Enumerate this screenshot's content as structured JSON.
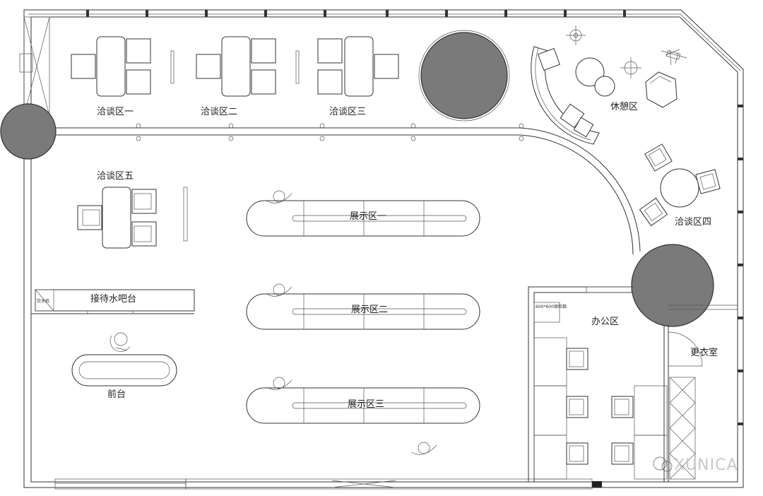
{
  "labels": {
    "zone1": "洽谈区一",
    "zone2": "洽谈区二",
    "zone3": "洽谈区三",
    "zone4": "洽谈区四",
    "zone5": "洽谈区五",
    "lounge": "休憩区",
    "display1": "展示区一",
    "display2": "展示区二",
    "display3": "展示区三",
    "water_bar": "接待水吧台",
    "water_bar_small": "饮水机",
    "front_desk": "前台",
    "office": "办公区",
    "safe": "600*600保险箱",
    "locker": "更衣室"
  },
  "watermark": "XUNICA",
  "colors": {
    "line": "#333333",
    "column_fill": "#7a7a7a",
    "background": "#ffffff"
  }
}
